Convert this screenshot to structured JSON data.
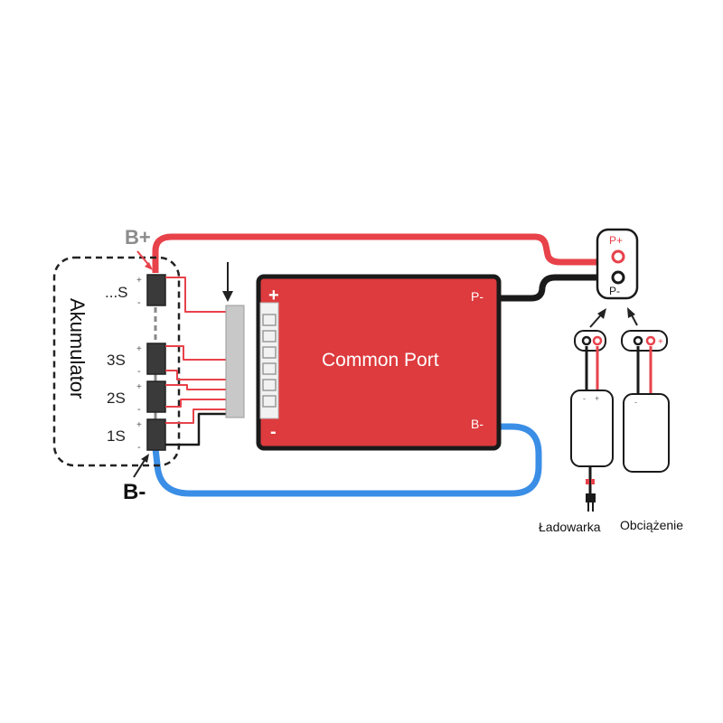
{
  "labels": {
    "b_plus": "B+",
    "b_minus": "B-",
    "battery": "Akumulator",
    "board_title": "Common Port",
    "board_plus": "+",
    "board_minus": "-",
    "p_minus": "P-",
    "b_minus_port": "B-",
    "term_p_plus": "P+",
    "term_p_minus": "P-",
    "charger": "Ładowarka",
    "load": "Obciążenie",
    "cell_plus": "+",
    "cell_minus": "-"
  },
  "cells": [
    {
      "label": "...S"
    },
    {
      "label": "3S"
    },
    {
      "label": "2S"
    },
    {
      "label": "1S"
    }
  ],
  "colors": {
    "red_wire": "#e8424a",
    "blue_wire": "#3a8ee6",
    "black_wire": "#1a1a1a",
    "board": "#dd3b3e",
    "connector": "#c8c8c8",
    "b_plus_label": "#8c8c8c"
  }
}
